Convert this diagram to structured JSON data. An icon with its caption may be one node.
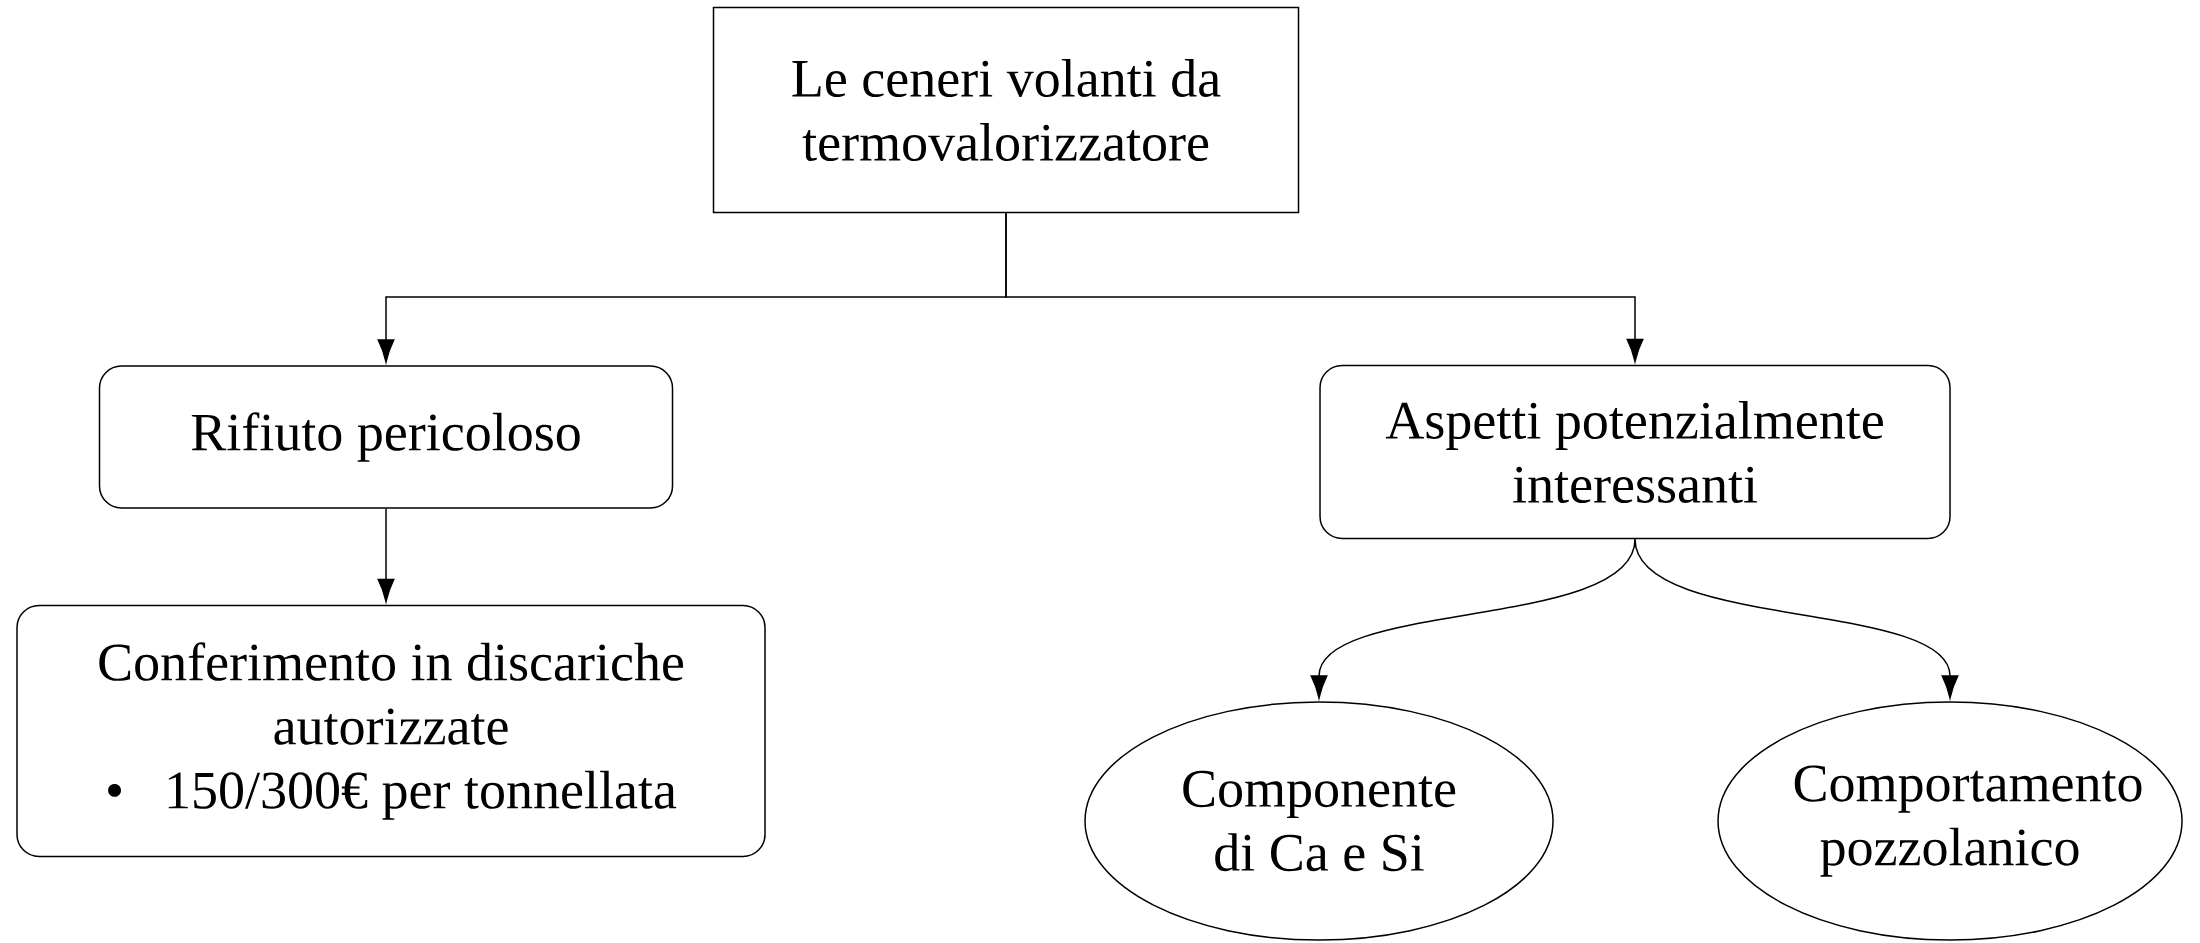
{
  "diagram": {
    "nodes": [
      {
        "text": [
          "Le ceneri volanti da termovalorizzatore"
        ]
      },
      {
        "text": [
          "Rifiuto pericoloso"
        ]
      },
      {
        "text": [
          "Aspetti potenzialmente interessanti"
        ]
      },
      {
        "text": [
          "Conferimento in discariche autorizzate",
          "150/300€ per tonnellata"
        ]
      },
      {
        "text": [
          "Componente di Ca e Si"
        ]
      },
      {
        "text": [
          "Comportamento pozzolanico"
        ]
      }
    ],
    "edges": [
      {
        "from": 0,
        "to": 1,
        "arrow": "to"
      },
      {
        "from": 0,
        "to": 2,
        "arrow": "to"
      },
      {
        "from": 1,
        "to": 3,
        "arrow": "to"
      },
      {
        "from": 2,
        "to": 4,
        "arrow": "to"
      },
      {
        "from": 2,
        "to": 5,
        "arrow": "to"
      }
    ],
    "labels": [
      "•"
    ]
  }
}
